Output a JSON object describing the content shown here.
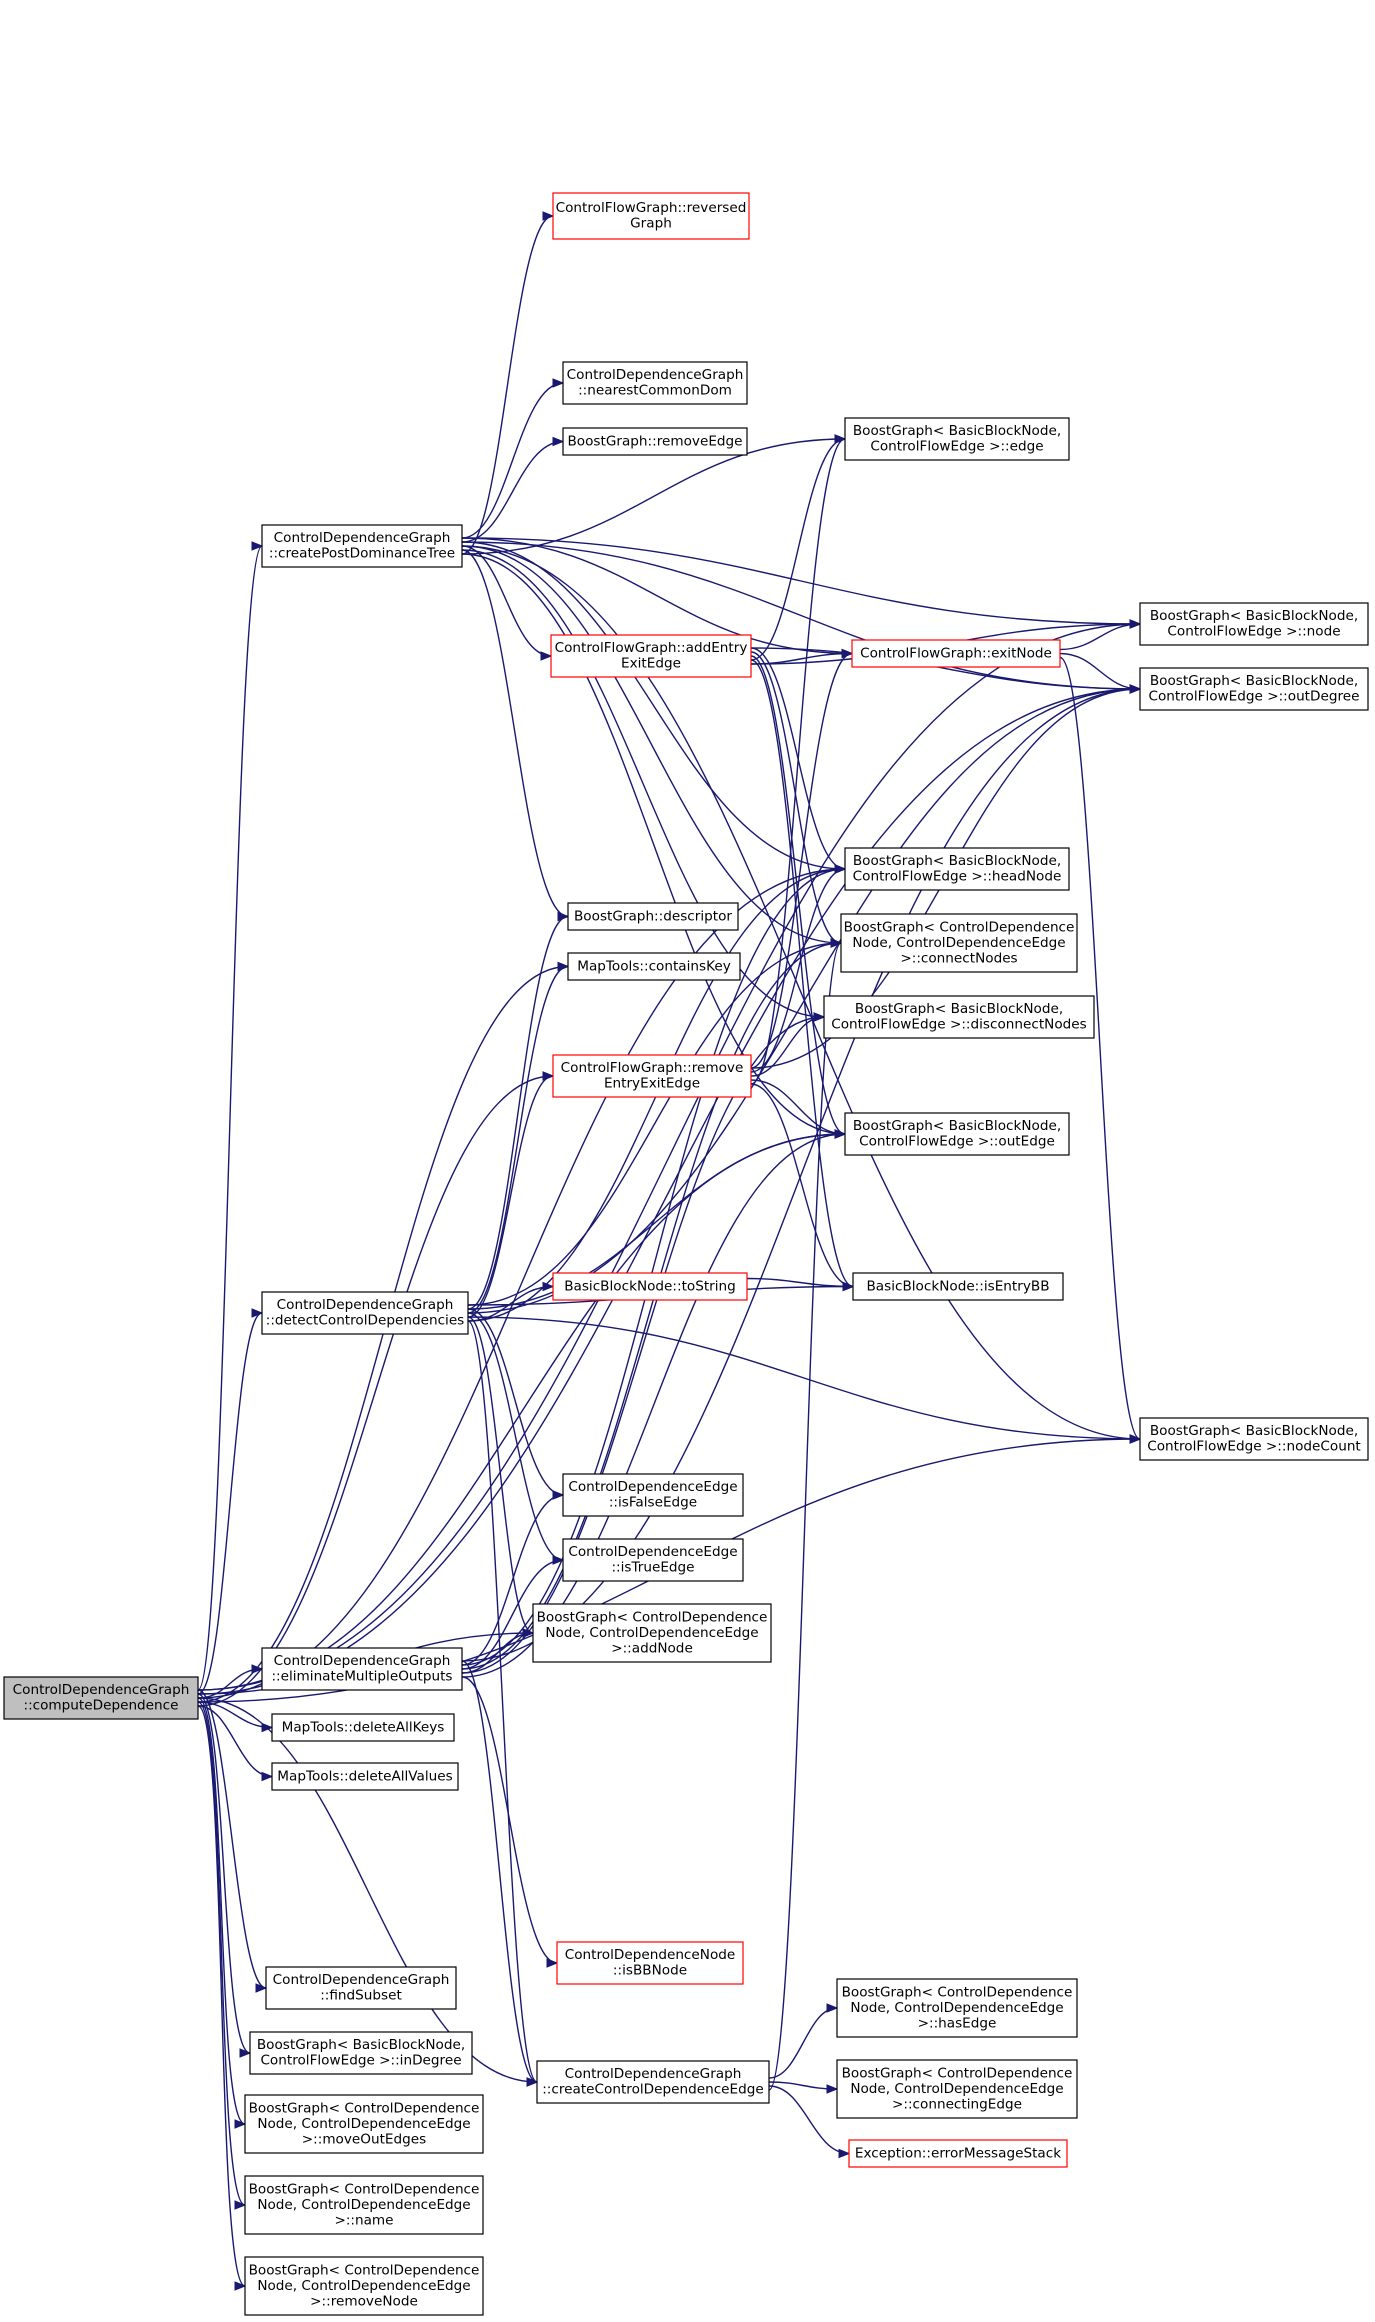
{
  "nodes": [
    {
      "id": "computeDependence",
      "lines": [
        "ControlDependenceGraph",
        "::computeDependence"
      ],
      "root": true
    },
    {
      "id": "createPostDominanceTree",
      "lines": [
        "ControlDependenceGraph",
        "::createPostDominanceTree"
      ]
    },
    {
      "id": "detectControlDependencies",
      "lines": [
        "ControlDependenceGraph",
        "::detectControlDependencies"
      ]
    },
    {
      "id": "eliminateMultipleOutputs",
      "lines": [
        "ControlDependenceGraph",
        "::eliminateMultipleOutputs"
      ]
    },
    {
      "id": "deleteAllKeys",
      "lines": [
        "MapTools::deleteAllKeys"
      ]
    },
    {
      "id": "deleteAllValues",
      "lines": [
        "MapTools::deleteAllValues"
      ]
    },
    {
      "id": "findSubset",
      "lines": [
        "ControlDependenceGraph",
        "::findSubset"
      ]
    },
    {
      "id": "inDegree",
      "lines": [
        "BoostGraph< BasicBlockNode,",
        "ControlFlowEdge >::inDegree"
      ]
    },
    {
      "id": "moveOutEdges",
      "lines": [
        "BoostGraph< ControlDependence",
        "Node, ControlDependenceEdge",
        ">::moveOutEdges"
      ]
    },
    {
      "id": "name",
      "lines": [
        "BoostGraph< ControlDependence",
        "Node, ControlDependenceEdge",
        ">::name"
      ]
    },
    {
      "id": "removeNode",
      "lines": [
        "BoostGraph< ControlDependence",
        "Node, ControlDependenceEdge",
        ">::removeNode"
      ]
    },
    {
      "id": "reversedGraph",
      "lines": [
        "ControlFlowGraph::reversed",
        "Graph"
      ],
      "truncated": true
    },
    {
      "id": "nearestCommonDom",
      "lines": [
        "ControlDependenceGraph",
        "::nearestCommonDom"
      ]
    },
    {
      "id": "removeEdge",
      "lines": [
        "BoostGraph::removeEdge"
      ]
    },
    {
      "id": "addEntryExitEdge",
      "lines": [
        "ControlFlowGraph::addEntry",
        "ExitEdge"
      ],
      "truncated": true
    },
    {
      "id": "descriptor",
      "lines": [
        "BoostGraph::descriptor"
      ]
    },
    {
      "id": "containsKey",
      "lines": [
        "MapTools::containsKey"
      ]
    },
    {
      "id": "removeEntryExitEdge",
      "lines": [
        "ControlFlowGraph::remove",
        "EntryExitEdge"
      ],
      "truncated": true
    },
    {
      "id": "toString",
      "lines": [
        "BasicBlockNode::toString"
      ],
      "truncated": true
    },
    {
      "id": "isFalseEdge",
      "lines": [
        "ControlDependenceEdge",
        "::isFalseEdge"
      ]
    },
    {
      "id": "isTrueEdge",
      "lines": [
        "ControlDependenceEdge",
        "::isTrueEdge"
      ]
    },
    {
      "id": "addNode",
      "lines": [
        "BoostGraph< ControlDependence",
        "Node, ControlDependenceEdge",
        ">::addNode"
      ]
    },
    {
      "id": "isBBNode",
      "lines": [
        "ControlDependenceNode",
        "::isBBNode"
      ],
      "truncated": true
    },
    {
      "id": "createControlDependenceEdge",
      "lines": [
        "ControlDependenceGraph",
        "::createControlDependenceEdge"
      ]
    },
    {
      "id": "edge",
      "lines": [
        "BoostGraph< BasicBlockNode,",
        "ControlFlowEdge >::edge"
      ]
    },
    {
      "id": "exitNode",
      "lines": [
        "ControlFlowGraph::exitNode"
      ],
      "truncated": true
    },
    {
      "id": "headNode",
      "lines": [
        "BoostGraph< BasicBlockNode,",
        "ControlFlowEdge >::headNode"
      ]
    },
    {
      "id": "connectNodes",
      "lines": [
        "BoostGraph< ControlDependence",
        "Node, ControlDependenceEdge",
        ">::connectNodes"
      ]
    },
    {
      "id": "disconnectNodes",
      "lines": [
        "BoostGraph< BasicBlockNode,",
        "ControlFlowEdge >::disconnectNodes"
      ]
    },
    {
      "id": "outEdge",
      "lines": [
        "BoostGraph< BasicBlockNode,",
        "ControlFlowEdge >::outEdge"
      ]
    },
    {
      "id": "isEntryBB",
      "lines": [
        "BasicBlockNode::isEntryBB"
      ]
    },
    {
      "id": "hasEdge",
      "lines": [
        "BoostGraph< ControlDependence",
        "Node, ControlDependenceEdge",
        ">::hasEdge"
      ]
    },
    {
      "id": "connectingEdge",
      "lines": [
        "BoostGraph< ControlDependence",
        "Node, ControlDependenceEdge",
        ">::connectingEdge"
      ]
    },
    {
      "id": "errorMessageStack",
      "lines": [
        "Exception::errorMessageStack"
      ],
      "truncated": true
    },
    {
      "id": "node",
      "lines": [
        "BoostGraph< BasicBlockNode,",
        "ControlFlowEdge >::node"
      ]
    },
    {
      "id": "outDegree",
      "lines": [
        "BoostGraph< BasicBlockNode,",
        "ControlFlowEdge >::outDegree"
      ]
    },
    {
      "id": "nodeCount",
      "lines": [
        "BoostGraph< BasicBlockNode,",
        "ControlFlowEdge >::nodeCount"
      ]
    }
  ],
  "edges": [
    [
      "computeDependence",
      "createPostDominanceTree"
    ],
    [
      "computeDependence",
      "detectControlDependencies"
    ],
    [
      "computeDependence",
      "eliminateMultipleOutputs"
    ],
    [
      "computeDependence",
      "deleteAllKeys"
    ],
    [
      "computeDependence",
      "deleteAllValues"
    ],
    [
      "computeDependence",
      "findSubset"
    ],
    [
      "computeDependence",
      "inDegree"
    ],
    [
      "computeDependence",
      "moveOutEdges"
    ],
    [
      "computeDependence",
      "name"
    ],
    [
      "computeDependence",
      "removeNode"
    ],
    [
      "computeDependence",
      "node"
    ],
    [
      "computeDependence",
      "outDegree"
    ],
    [
      "computeDependence",
      "headNode"
    ],
    [
      "computeDependence",
      "containsKey"
    ],
    [
      "computeDependence",
      "removeEntryExitEdge"
    ],
    [
      "computeDependence",
      "outEdge"
    ],
    [
      "computeDependence",
      "addNode"
    ],
    [
      "computeDependence",
      "createControlDependenceEdge"
    ],
    [
      "computeDependence",
      "nodeCount"
    ],
    [
      "createPostDominanceTree",
      "reversedGraph"
    ],
    [
      "createPostDominanceTree",
      "nearestCommonDom"
    ],
    [
      "createPostDominanceTree",
      "removeEdge"
    ],
    [
      "createPostDominanceTree",
      "addEntryExitEdge"
    ],
    [
      "createPostDominanceTree",
      "descriptor"
    ],
    [
      "createPostDominanceTree",
      "edge"
    ],
    [
      "createPostDominanceTree",
      "exitNode"
    ],
    [
      "createPostDominanceTree",
      "headNode"
    ],
    [
      "createPostDominanceTree",
      "connectNodes"
    ],
    [
      "createPostDominanceTree",
      "disconnectNodes"
    ],
    [
      "createPostDominanceTree",
      "outEdge"
    ],
    [
      "createPostDominanceTree",
      "node"
    ],
    [
      "createPostDominanceTree",
      "outDegree"
    ],
    [
      "createPostDominanceTree",
      "nodeCount"
    ],
    [
      "addEntryExitEdge",
      "edge"
    ],
    [
      "addEntryExitEdge",
      "exitNode"
    ],
    [
      "addEntryExitEdge",
      "headNode"
    ],
    [
      "addEntryExitEdge",
      "connectNodes"
    ],
    [
      "addEntryExitEdge",
      "outEdge"
    ],
    [
      "addEntryExitEdge",
      "isEntryBB"
    ],
    [
      "addEntryExitEdge",
      "node"
    ],
    [
      "addEntryExitEdge",
      "outDegree"
    ],
    [
      "exitNode",
      "node"
    ],
    [
      "exitNode",
      "outDegree"
    ],
    [
      "exitNode",
      "nodeCount"
    ],
    [
      "removeEntryExitEdge",
      "edge"
    ],
    [
      "removeEntryExitEdge",
      "exitNode"
    ],
    [
      "removeEntryExitEdge",
      "headNode"
    ],
    [
      "removeEntryExitEdge",
      "disconnectNodes"
    ],
    [
      "removeEntryExitEdge",
      "outEdge"
    ],
    [
      "removeEntryExitEdge",
      "isEntryBB"
    ],
    [
      "removeEntryExitEdge",
      "outDegree"
    ],
    [
      "detectControlDependencies",
      "descriptor"
    ],
    [
      "detectControlDependencies",
      "containsKey"
    ],
    [
      "detectControlDependencies",
      "removeEntryExitEdge"
    ],
    [
      "detectControlDependencies",
      "toString"
    ],
    [
      "detectControlDependencies",
      "isEntryBB"
    ],
    [
      "detectControlDependencies",
      "isFalseEdge"
    ],
    [
      "detectControlDependencies",
      "isTrueEdge"
    ],
    [
      "detectControlDependencies",
      "addNode"
    ],
    [
      "detectControlDependencies",
      "headNode"
    ],
    [
      "detectControlDependencies",
      "connectNodes"
    ],
    [
      "detectControlDependencies",
      "outEdge"
    ],
    [
      "detectControlDependencies",
      "outDegree"
    ],
    [
      "detectControlDependencies",
      "nodeCount"
    ],
    [
      "detectControlDependencies",
      "createControlDependenceEdge"
    ],
    [
      "toString",
      "isEntryBB"
    ],
    [
      "eliminateMultipleOutputs",
      "isFalseEdge"
    ],
    [
      "eliminateMultipleOutputs",
      "isTrueEdge"
    ],
    [
      "eliminateMultipleOutputs",
      "addNode"
    ],
    [
      "eliminateMultipleOutputs",
      "isBBNode"
    ],
    [
      "eliminateMultipleOutputs",
      "createControlDependenceEdge"
    ],
    [
      "eliminateMultipleOutputs",
      "headNode"
    ],
    [
      "eliminateMultipleOutputs",
      "connectNodes"
    ],
    [
      "eliminateMultipleOutputs",
      "disconnectNodes"
    ],
    [
      "eliminateMultipleOutputs",
      "outEdge"
    ],
    [
      "eliminateMultipleOutputs",
      "outDegree"
    ],
    [
      "createControlDependenceEdge",
      "hasEdge"
    ],
    [
      "createControlDependenceEdge",
      "connectingEdge"
    ],
    [
      "createControlDependenceEdge",
      "errorMessageStack"
    ],
    [
      "createControlDependenceEdge",
      "connectNodes"
    ]
  ]
}
